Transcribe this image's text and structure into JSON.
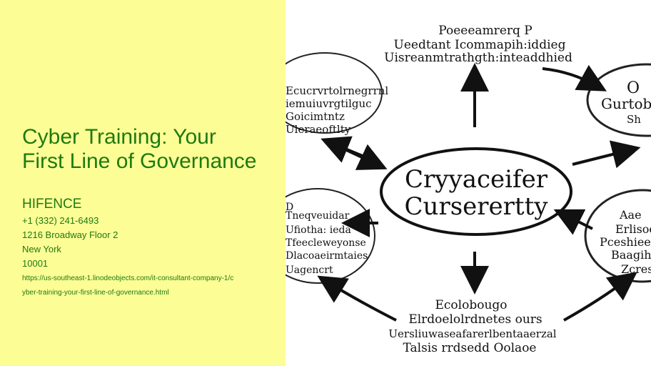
{
  "article": {
    "title": "Cyber Training: Your First Line of Governance",
    "company": "HIFENCE",
    "phone": "+1 (332) 241-6493",
    "address": "1216 Broadway Floor 2",
    "city": "New York",
    "zip": "10001",
    "url_line1": "https://us-southeast-1.linodeobjects.com/it-consultant-company-1/c",
    "url_line2": "yber-training-your-first-line-of-governance.html"
  },
  "diagram": {
    "center_line1": "Cryyaceifer",
    "center_line2": "Curserertty",
    "top_node": [
      "Poeeeamrerq P",
      "Ueedtant Icommapih:iddieg",
      "Uisreanmtrathgth:inteaddhied"
    ],
    "left_top_node": [
      "Ecucrvrtolrnegrrnl",
      "iemuiuvrgtilguc",
      "Goicimtntz",
      "Uleraeoftlty"
    ],
    "left_bottom_node": [
      "D",
      "Tneqveuidar",
      "Ufiotha: ieda",
      "Tfeecleweyonse",
      "Dlacoaeirmtaies",
      "Uagencrt"
    ],
    "bottom_node": [
      "Ecolobougo",
      "Elrdoelolrdnetes ours",
      "Uersliuwaseafarerlbentaaerzal",
      "Talsis rrdsedd Oolaoe"
    ],
    "right_top_node": [
      "O",
      "Gurtob",
      "Sh"
    ],
    "right_bottom_node": [
      "Aae",
      "Erlisoc",
      "Pceshiee",
      "Baagihu",
      "Zcres"
    ],
    "colors": {
      "left_bg": "#fdfd96",
      "accent_text": "#1e7a10",
      "ink": "#111111"
    }
  }
}
